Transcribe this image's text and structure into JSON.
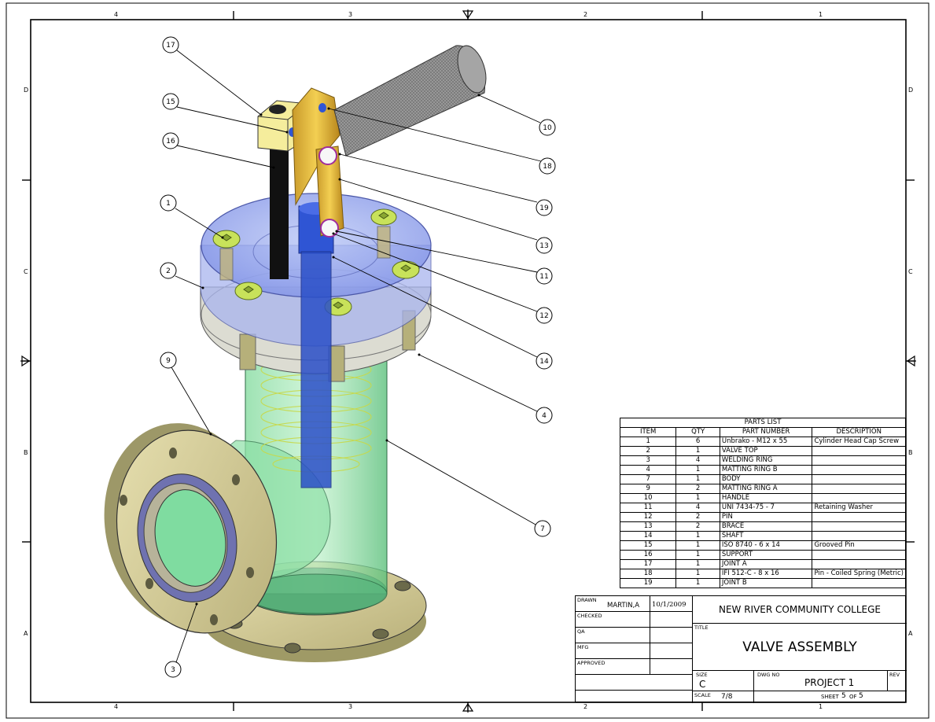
{
  "zones": {
    "top": [
      "4",
      "3",
      "2",
      "1"
    ],
    "side": [
      "D",
      "C",
      "B",
      "A"
    ]
  },
  "balloons": [
    "17",
    "15",
    "16",
    "1",
    "2",
    "9",
    "3",
    "10",
    "18",
    "19",
    "13",
    "11",
    "12",
    "14",
    "4",
    "7"
  ],
  "parts_list": {
    "title": "PARTS LIST",
    "headers": [
      "ITEM",
      "QTY",
      "PART NUMBER",
      "DESCRIPTION"
    ],
    "rows": [
      [
        "1",
        "6",
        "Unbrako - M12 x 55",
        "Cylinder Head Cap Screw"
      ],
      [
        "2",
        "1",
        "VALVE TOP",
        ""
      ],
      [
        "3",
        "4",
        "WELDING RING",
        ""
      ],
      [
        "4",
        "1",
        "MATTING RING B",
        ""
      ],
      [
        "7",
        "1",
        "BODY",
        ""
      ],
      [
        "9",
        "2",
        "MATTING RING A",
        ""
      ],
      [
        "10",
        "1",
        "HANDLE",
        ""
      ],
      [
        "11",
        "4",
        "UNI 7434-75 - 7",
        "Retaining Washer"
      ],
      [
        "12",
        "2",
        "PIN",
        ""
      ],
      [
        "13",
        "2",
        "BRACE",
        ""
      ],
      [
        "14",
        "1",
        "SHAFT",
        ""
      ],
      [
        "15",
        "1",
        "ISO 8740 - 6 x 14",
        "Grooved Pin"
      ],
      [
        "16",
        "1",
        "SUPPORT",
        ""
      ],
      [
        "17",
        "1",
        "JOINT A",
        ""
      ],
      [
        "18",
        "1",
        "IFI 512-C - 8 x 16",
        "Pin - Coiled Spring (Metric)"
      ],
      [
        "19",
        "1",
        "JOINT B",
        ""
      ]
    ]
  },
  "title_block": {
    "drawn_label": "DRAWN",
    "drawn_by": "MARTIN,A",
    "drawn_date": "10/1/2009",
    "checked_label": "CHECKED",
    "qa_label": "QA",
    "mfg_label": "MFG",
    "approved_label": "APPROVED",
    "company": "NEW RIVER COMMUNITY COLLEGE",
    "title_label": "TITLE",
    "title": "VALVE ASSEMBLY",
    "size_label": "SIZE",
    "size": "C",
    "dwg_no_label": "DWG NO",
    "dwg_no": "PROJECT 1",
    "rev_label": "REV",
    "scale_label": "SCALE",
    "scale": "7/8",
    "sheet_label": "SHEET",
    "sheet_num": "5",
    "of_label": "OF",
    "sheet_total": "5"
  }
}
